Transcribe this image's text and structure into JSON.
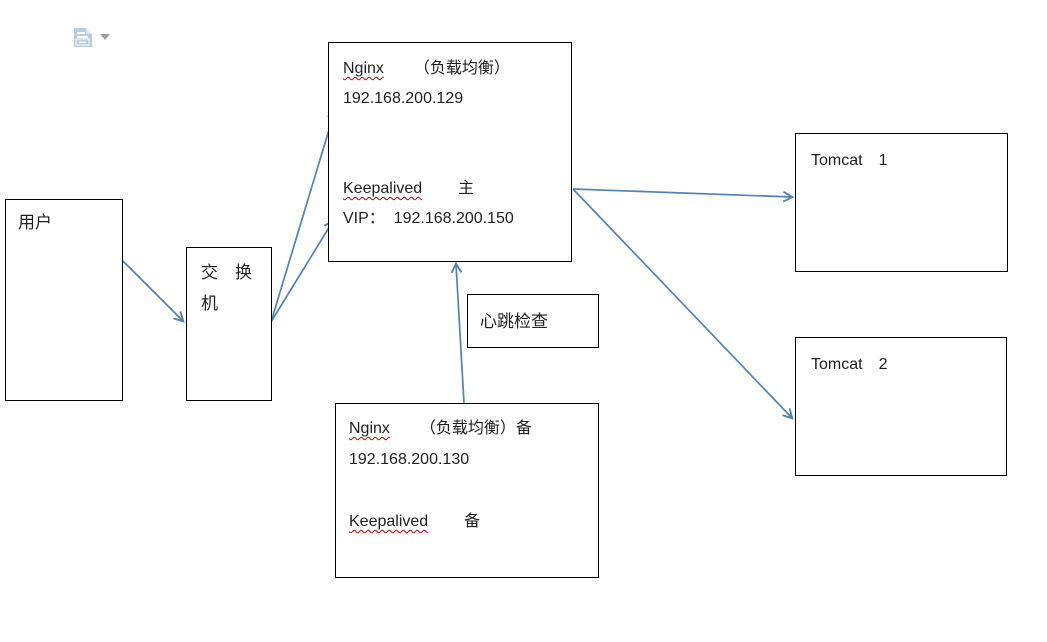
{
  "page": {
    "background": "#ffffff",
    "type": "word-document-diagram"
  },
  "colors": {
    "arrow_blue": "#4f81bd",
    "box_border": "#000000",
    "text": "#1f1f1f",
    "misspell_underline": "#c00000",
    "paste_icon_blue": "#b8cce4",
    "dropdown_gray": "#9d9d9d"
  },
  "paste_options": {
    "icon": "paste-options-icon",
    "dropdown": "dropdown-arrow-icon"
  },
  "nodes": {
    "user": {
      "label": "用户"
    },
    "switch": {
      "label_line1": "交　换",
      "label_line2": "机"
    },
    "nginx_master": {
      "name": "Nginx",
      "name_suffix": "（负载均衡）",
      "ip": "192.168.200.129",
      "keepalived_label": "Keepalived",
      "keepalived_role": "主",
      "vip": "VIP：  192.168.200.150"
    },
    "heartbeat": {
      "label": "心跳检查"
    },
    "nginx_backup": {
      "name": "Nginx",
      "name_suffix": "（负载均衡）备",
      "ip": "192.168.200.130",
      "keepalived_label": "Keepalived",
      "keepalived_role": "备"
    },
    "tomcat1": {
      "label": "Tomcat　1"
    },
    "tomcat2": {
      "label": "Tomcat　2"
    }
  },
  "edges": [
    {
      "from": "user",
      "to": "switch"
    },
    {
      "from": "switch",
      "to": "nginx_master",
      "note": "upper link"
    },
    {
      "from": "switch",
      "to": "nginx_master",
      "note": "lower link"
    },
    {
      "from": "nginx_backup",
      "to": "nginx_master",
      "note": "heartbeat check"
    },
    {
      "from": "nginx_master",
      "to": "tomcat1"
    },
    {
      "from": "nginx_master",
      "to": "tomcat2"
    }
  ]
}
